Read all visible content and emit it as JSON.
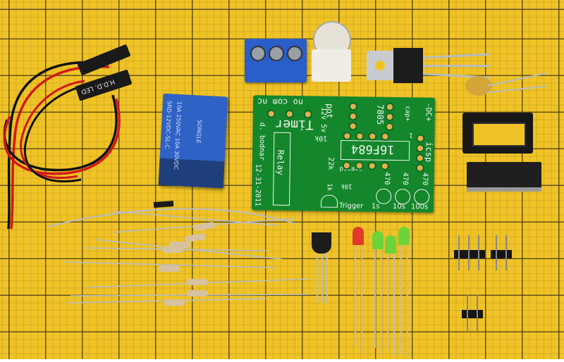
{
  "scene": {
    "background_color": "#efc326",
    "grid_color": "#5a4a1e"
  },
  "pcb": {
    "color": "#14862c",
    "relay_contacts": "no com nc",
    "pot": "pot",
    "supply": "12v 5v",
    "regulator": "7805",
    "cap": "cap+",
    "dc": "-DC+",
    "title": "Timer",
    "r10k": "10k",
    "r22k": "22k",
    "ic": "16F684",
    "one": "1",
    "icsp": "icsp",
    "relay": "Relay",
    "author": "d. bodnar",
    "date": "12-31-2011",
    "picaxe": "picaxe",
    "r10k_b": "10k",
    "r1k": "1k",
    "r470": "470",
    "trigger": "Trigger",
    "t1s": "1s",
    "t10s": "10s",
    "t100s": "100s"
  },
  "relay_part": {
    "brand": "SONGLE",
    "model": "SRD-12VDC-SL-C",
    "ratings": "10A 250VAC 10A 30VDC"
  },
  "cable": {
    "label": "H.D.D. LED"
  }
}
